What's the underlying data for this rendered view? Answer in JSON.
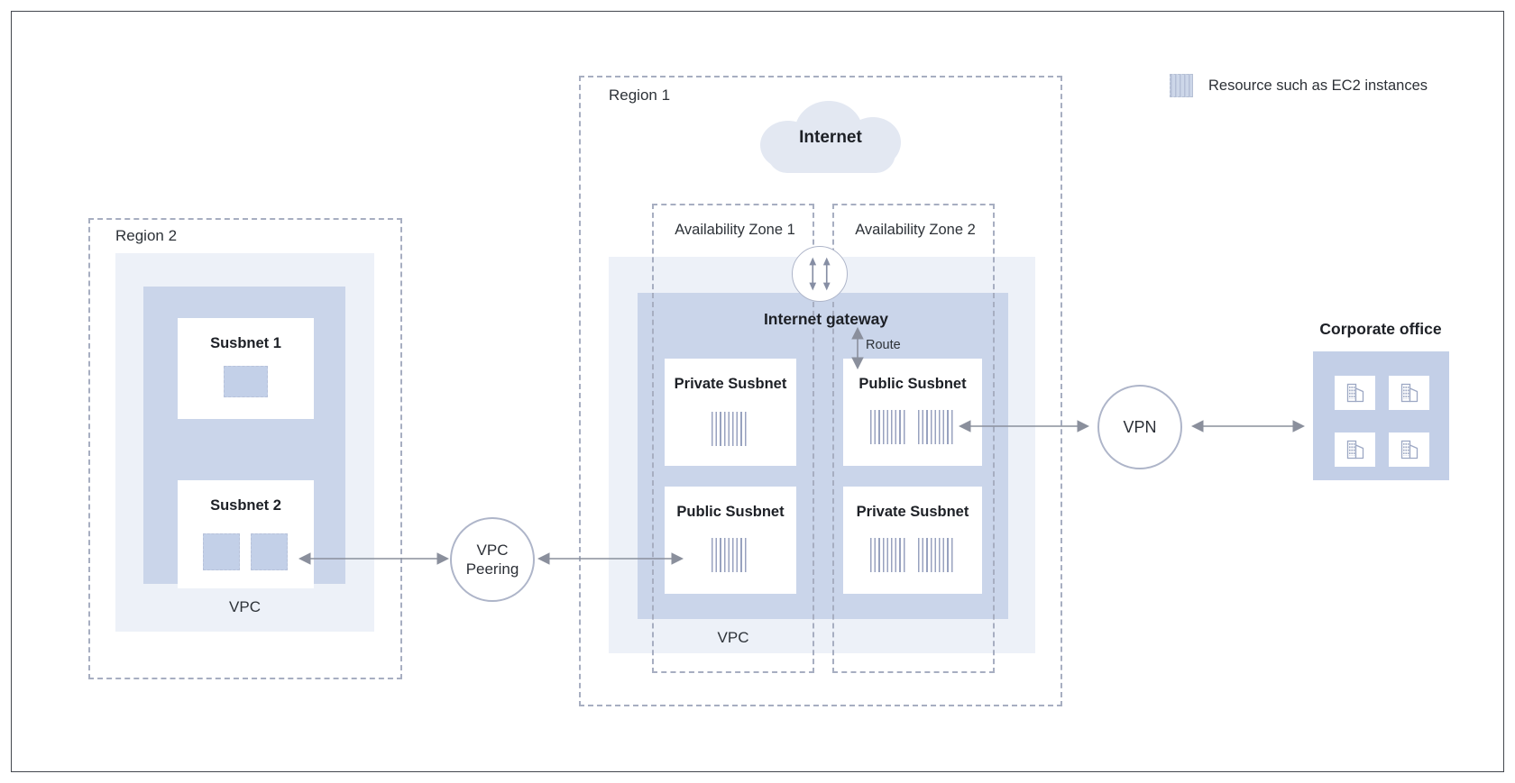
{
  "legend": {
    "label": "Resource such as EC2 instances"
  },
  "region2": {
    "label": "Region 2",
    "subnet1_label": "Susbnet 1",
    "subnet2_label": "Susbnet 2",
    "vpc_label": "VPC"
  },
  "vpc_peering_label": "VPC Peering",
  "region1": {
    "label": "Region 1",
    "internet_label": "Internet",
    "az1_label": "Availability Zone 1",
    "az2_label": "Availability Zone 2",
    "internet_gateway_label": "Internet gateway",
    "route_label": "Route",
    "az1_subnet_top": "Private Susbnet",
    "az1_subnet_bottom": "Public Susbnet",
    "az2_subnet_top": "Public Susbnet",
    "az2_subnet_bottom": "Private Susbnet",
    "vpc_label": "VPC"
  },
  "vpn_label": "VPN",
  "corporate_office": {
    "label": "Corporate office"
  },
  "colors": {
    "region_fill": "#edf1f8",
    "vpc_fill": "#cad5ea",
    "resource_fill": "#c3d0e8",
    "stripe": "#98a2bf",
    "dashed_border": "#a7aec1",
    "arrow": "#8a8f9c",
    "cloud_fill": "#e3e8f2",
    "office_fill": "#c3cfe7"
  }
}
